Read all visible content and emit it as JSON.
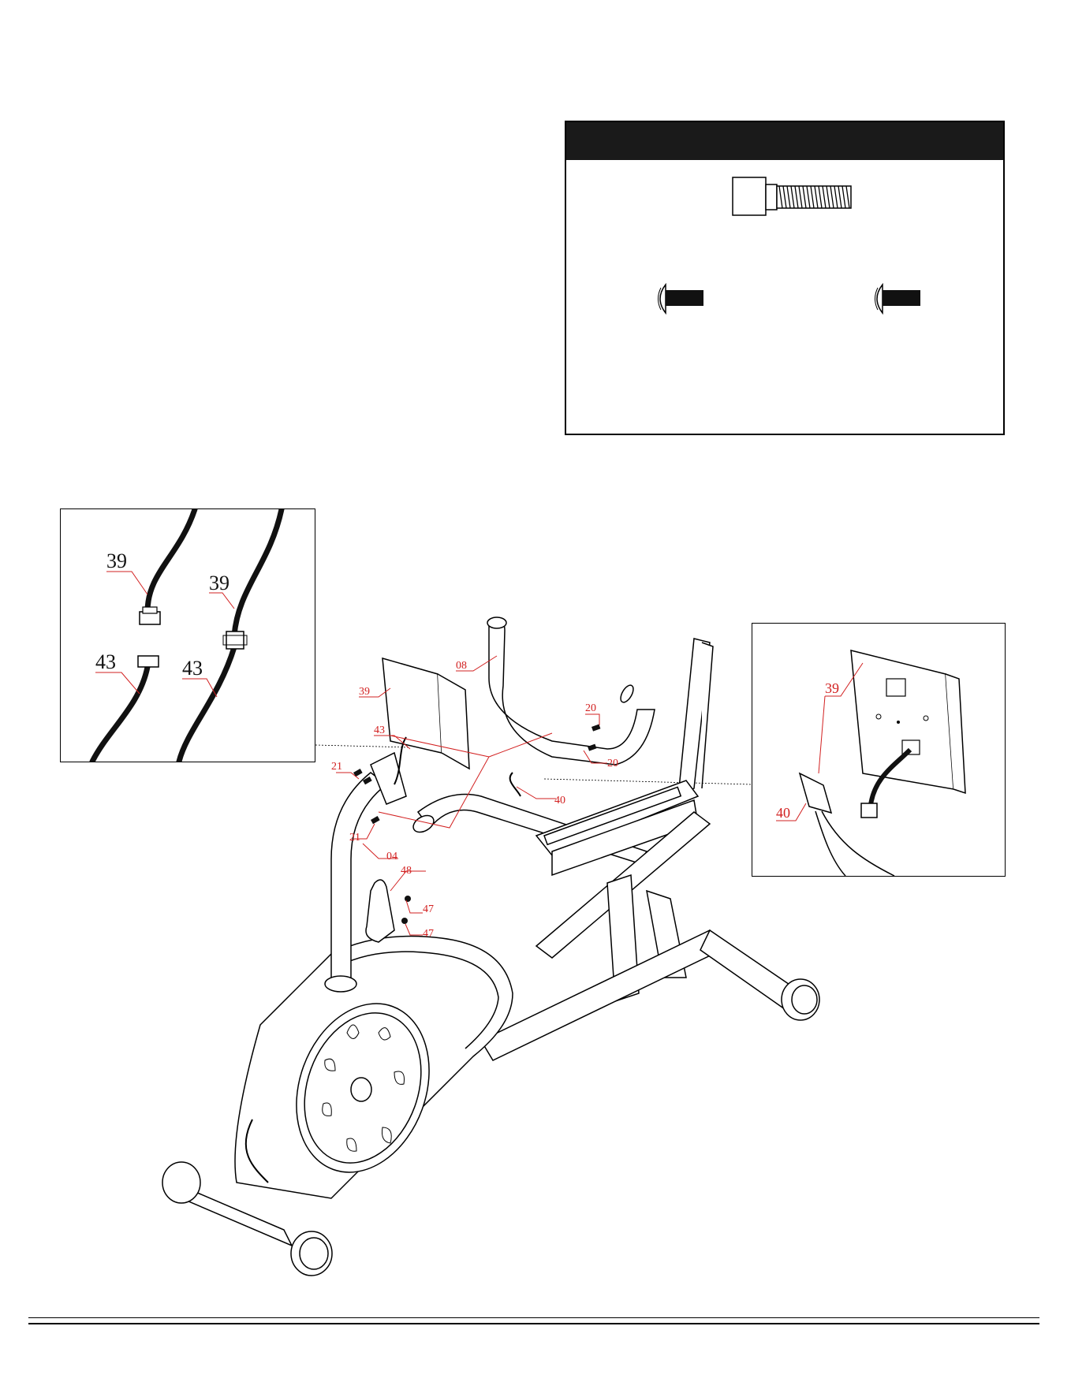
{
  "hardware_box": {
    "header_text": "",
    "items": [
      {
        "icon": "socket-bolt-icon"
      },
      {
        "icon": "button-head-screw-icon"
      },
      {
        "icon": "button-head-screw-icon"
      }
    ]
  },
  "inset_left": {
    "labels": [
      "39",
      "39",
      "43",
      "43"
    ]
  },
  "inset_right": {
    "labels": [
      "39",
      "40"
    ]
  },
  "main_diagram": {
    "part_labels": [
      "08",
      "39",
      "43",
      "20",
      "20",
      "21",
      "21",
      "40",
      "04",
      "48",
      "47",
      "47"
    ]
  },
  "colors": {
    "label_red": "#d22020",
    "line_black": "#000000"
  }
}
